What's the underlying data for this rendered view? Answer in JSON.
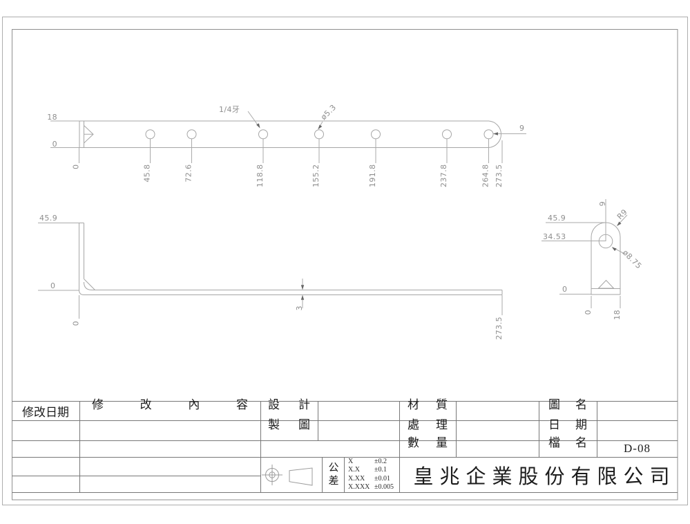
{
  "colors": {
    "geometry_line": "#a6a6a6",
    "dimension_text": "#8e8e8e",
    "table_line": "#777777",
    "label_text": "#1c1c1c"
  },
  "top_view": {
    "width_top": "18",
    "width_bottom": "0",
    "ordinates": [
      "0",
      "45.8",
      "72.6",
      "118.8",
      "155.2",
      "191.8",
      "237.8",
      "264.8",
      "273.5"
    ],
    "thread_label": "1/4牙",
    "hole_dia_label": "ø5.3",
    "end_dim": "9"
  },
  "side_view": {
    "height_top": "45.9",
    "height_zero": "0",
    "origin_zero": "0",
    "thickness": "3",
    "length": "273.5"
  },
  "end_view": {
    "height_top": "45.9",
    "hole_height": "34.53",
    "center_dim": "9",
    "radius_label": "R9",
    "hole_dia_label": "ø8.75",
    "zero_left": "0",
    "base_zero": "0",
    "base_width": "18"
  },
  "title_block": {
    "revision_date": "修改日期",
    "revision_content": "修改內容",
    "design": "設計",
    "drafting": "製圖",
    "material": "材質",
    "treatment": "處理",
    "quantity": "數量",
    "drawing_name": "圖名",
    "date": "日期",
    "file_name": "檔名",
    "file_no": "D-08",
    "tolerance_label": "公差",
    "tolerances": [
      {
        "spec": "X",
        "value": "±0.2"
      },
      {
        "spec": "X.X",
        "value": "±0.1"
      },
      {
        "spec": "X.XX",
        "value": "±0.01"
      },
      {
        "spec": "X.XXX",
        "value": "±0.005"
      }
    ],
    "company": "皇兆企業股份有限公司"
  }
}
